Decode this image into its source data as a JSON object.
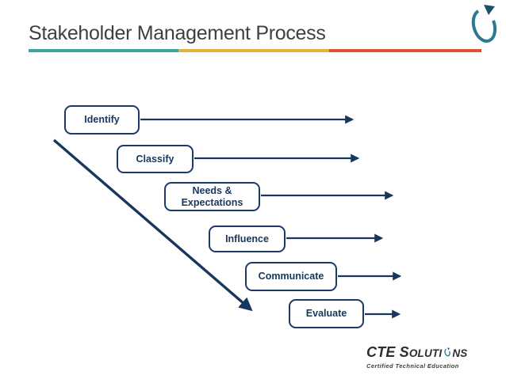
{
  "slide": {
    "title": "Stakeholder Management Process",
    "steps": [
      {
        "label": "Identify"
      },
      {
        "label": "Classify"
      },
      {
        "label": "Needs & Expectations"
      },
      {
        "label": "Influence"
      },
      {
        "label": "Communicate"
      },
      {
        "label": "Evaluate"
      }
    ],
    "footer_logo": {
      "part_cte": "CTE",
      "part_s": "S",
      "part_oluti": "OLUTI",
      "part_ns": "NS",
      "tagline": "Certified Technical Education"
    },
    "colors": {
      "step_navy": "#17375E",
      "box_border_navy": "#1B3A69",
      "title_gray": "#3F3F3F",
      "accent_teal": "#38A7A8",
      "accent_gold": "#E3B43B",
      "accent_orange": "#DC5328",
      "logo_teal": "#2B7A94",
      "logo_triangle_teal": "#1D5066"
    }
  }
}
